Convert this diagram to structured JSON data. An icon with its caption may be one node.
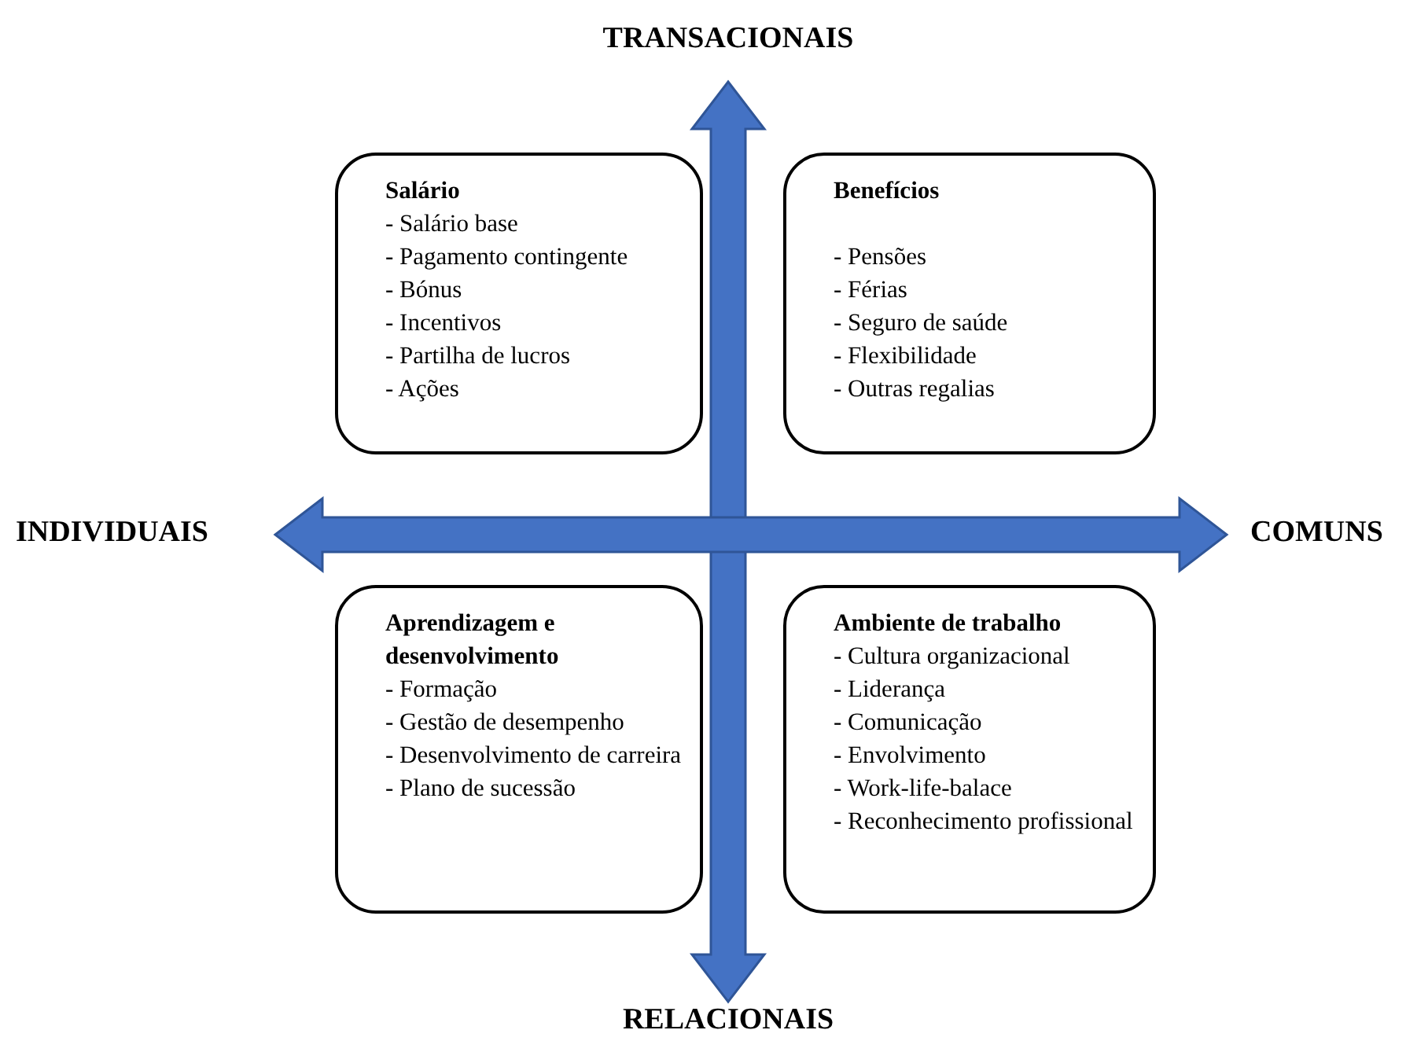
{
  "diagram": {
    "nodes": [
      {
        "text": [
          "Salário",
          "- Salário base",
          "- Pagamento contingente",
          "- Bónus",
          "- Incentivos",
          "- Partilha de lucros",
          "- Ações"
        ]
      },
      {
        "text": [
          "Benefícios",
          "- Pensões",
          "- Férias",
          "- Seguro de saúde",
          "- Flexibilidade",
          "- Outras regalias"
        ]
      },
      {
        "text": [
          "Aprendizagem e desenvolvimento",
          "- Formação",
          "- Gestão de desempenho",
          "- Desenvolvimento de carreira",
          "- Plano de sucessão"
        ]
      },
      {
        "text": [
          "Ambiente de trabalho",
          "- Cultura organizacional",
          "- Liderança",
          "- Comunicação",
          "- Envolvimento",
          "- Work-life-balace",
          "- Reconhecimento profissional"
        ]
      }
    ],
    "edges": [],
    "labels": [
      "TRANSACIONAIS",
      "INDIVIDUAIS",
      "COMUNS",
      "RELACIONAIS"
    ]
  }
}
